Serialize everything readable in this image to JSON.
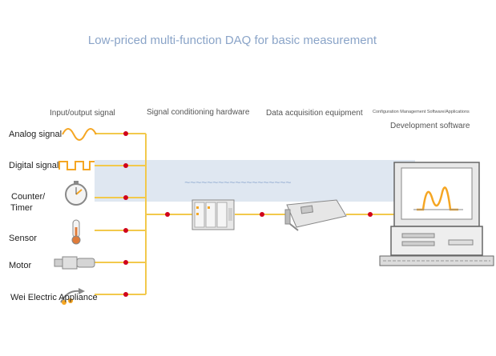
{
  "title": "Low-priced multi-function DAQ for basic measurement",
  "columns": {
    "io": "Input/output signal",
    "conditioning": "Signal conditioning hardware",
    "acquisition": "Data acquisition equipment",
    "config": "Configuration Management Software/Applications",
    "software": "Development software"
  },
  "signals": [
    {
      "label": "Analog signal",
      "icon": "sine-wave-icon"
    },
    {
      "label": "Digital signal",
      "icon": "square-wave-icon"
    },
    {
      "label": "Counter/",
      "label2": "Timer",
      "icon": "stopwatch-icon"
    },
    {
      "label": "Sensor",
      "icon": "thermometer-icon"
    },
    {
      "label": "Motor",
      "icon": "motor-icon"
    },
    {
      "label": "Wei Electric Appliance",
      "icon": "appliance-icon"
    }
  ],
  "colors": {
    "wire": "#f2c94c",
    "dot": "#d0021b",
    "band": "#c5d3e6",
    "title": "#8aa4c8",
    "accent": "#f5a623"
  }
}
